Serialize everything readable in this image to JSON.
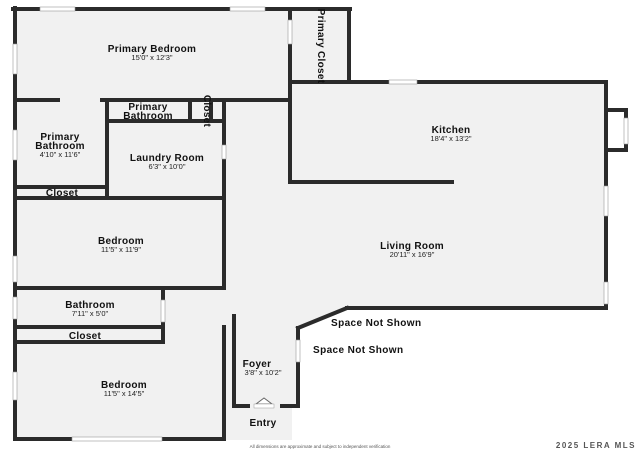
{
  "rooms": {
    "primary_bedroom": {
      "name": "Primary Bedroom",
      "dims": "15'0\" x 12'3\""
    },
    "primary_closet": {
      "name": "Primary Closet"
    },
    "primary_bathroom_small": {
      "name_line1": "Primary",
      "name_line2": "Bathroom"
    },
    "closet_small": {
      "name": "Closet"
    },
    "primary_bathroom": {
      "name_line1": "Primary",
      "name_line2": "Bathroom",
      "dims": "4'10\" x 11'6\""
    },
    "laundry_room": {
      "name": "Laundry Room",
      "dims": "6'3\" x 10'0\""
    },
    "kitchen": {
      "name": "Kitchen",
      "dims": "18'4\" x 13'2\""
    },
    "closet_a": {
      "name": "Closet"
    },
    "bedroom_2": {
      "name": "Bedroom",
      "dims": "11'5\" x 11'9\""
    },
    "living_room": {
      "name": "Living Room",
      "dims": "20'11\" x 16'9\""
    },
    "bathroom": {
      "name": "Bathroom",
      "dims": "7'11\" x 5'0\""
    },
    "closet_b": {
      "name": "Closet"
    },
    "bedroom_3": {
      "name": "Bedroom",
      "dims": "11'5\" x 14'5\""
    },
    "foyer": {
      "name": "Foyer",
      "dims": "3'8\" x 10'2\""
    }
  },
  "labels": {
    "space_not_shown_1": "Space Not Shown",
    "space_not_shown_2": "Space Not Shown",
    "entry": "Entry"
  },
  "footer": {
    "disclaimer": "All dimensions are approximate and subject to independent verification",
    "brand": "2025 LERA MLS"
  },
  "colors": {
    "wall": "#2b2b2b",
    "floor": "#f1f1f1",
    "window": "#ffffff"
  }
}
